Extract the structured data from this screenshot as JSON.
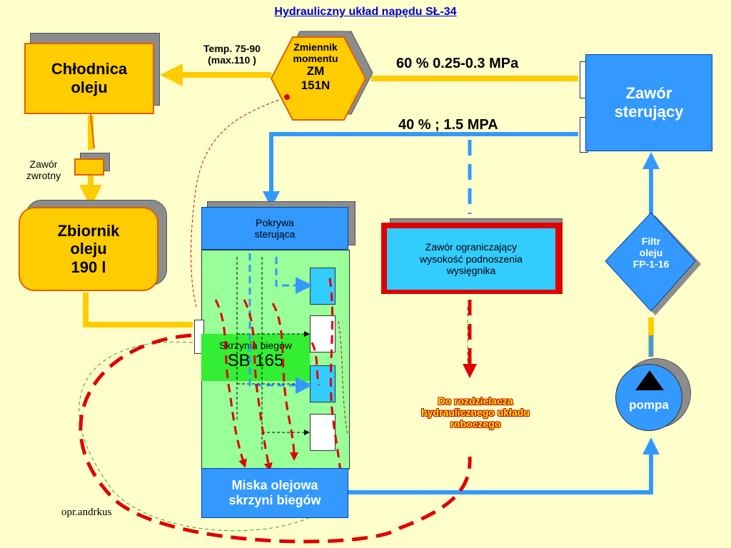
{
  "title": "Hydrauliczny układ napędu SŁ-34",
  "cooler": {
    "line1": "Chłodnica",
    "line2": "oleju"
  },
  "check_valve": {
    "line1": "Zawór",
    "line2": "zwrotny"
  },
  "tank": {
    "line1": "Zbiornik",
    "line2": "oleju",
    "line3": "190 l"
  },
  "temp": {
    "line1": "Temp. 75-90",
    "line2": "(max.110 )"
  },
  "converter": {
    "line1": "Zmiennik",
    "line2": "momentu",
    "line3": "ZM",
    "line4": "151N"
  },
  "flow_main": "60 %  0.25-0.3 MPa",
  "flow_secondary": "40 %  ; 1.5 MPA",
  "control_valve": {
    "line1": "Zawór",
    "line2": "sterujący"
  },
  "filter": {
    "line1": "Filtr",
    "line2": "oleju",
    "line3": "FP-1-16"
  },
  "pump": {
    "label": "pompa"
  },
  "cover": {
    "line1": "Pokrywa",
    "line2": "sterująca"
  },
  "gearbox": {
    "line1": "Skrzynia biegów",
    "line2": "SB 165"
  },
  "limit_valve": {
    "line1": "Zawór ograniczający",
    "line2": "wysokość podnoszenia",
    "line3": "wysięgnika"
  },
  "distributor": {
    "line1": "Do rozdzielacza",
    "line2": "hydraulicznego układu",
    "line3": "roboczego"
  },
  "sump": {
    "line1": "Miska olejowa",
    "line2": "skrzyni biegów"
  },
  "author": "opr.andrkus",
  "colors": {
    "background": "#ffffcc",
    "oil_line": "#ffcc00",
    "blue_line": "#3399ff",
    "red_flow": "#e00000",
    "green": "#99ff99"
  }
}
